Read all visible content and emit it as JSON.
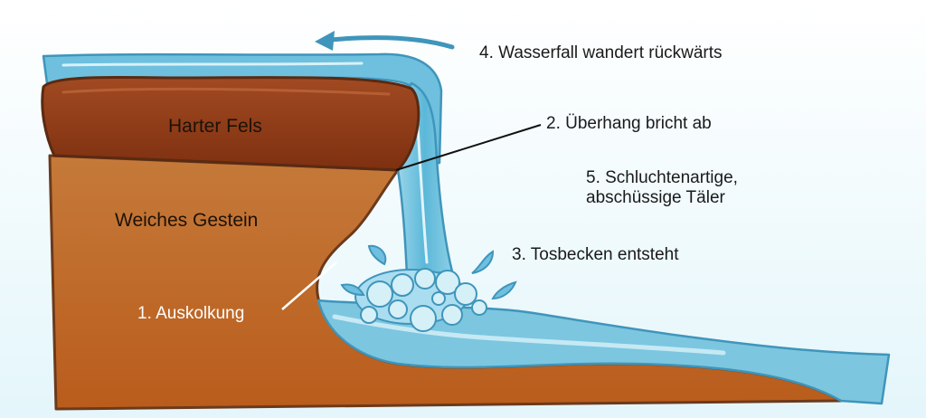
{
  "diagram": {
    "layers": {
      "hard_rock_label": "Harter Fels",
      "soft_rock_label": "Weiches Gestein"
    },
    "steps": {
      "step1": "1. Auskolkung",
      "step2": "2. Überhang bricht ab",
      "step3": "3. Tosbecken entsteht",
      "step4": "4. Wasserfall wandert rückwärts",
      "step5_line1": "5. Schluchtenartige,",
      "step5_line2": "abschüssige Täler"
    },
    "colors": {
      "background": "#eaf8fb",
      "water": "#5bb8d8",
      "water_light": "#bfe6f3",
      "hard_rock": "#8e3a16",
      "soft_rock": "#c06a2b",
      "outline": "#6b3a1c"
    }
  }
}
